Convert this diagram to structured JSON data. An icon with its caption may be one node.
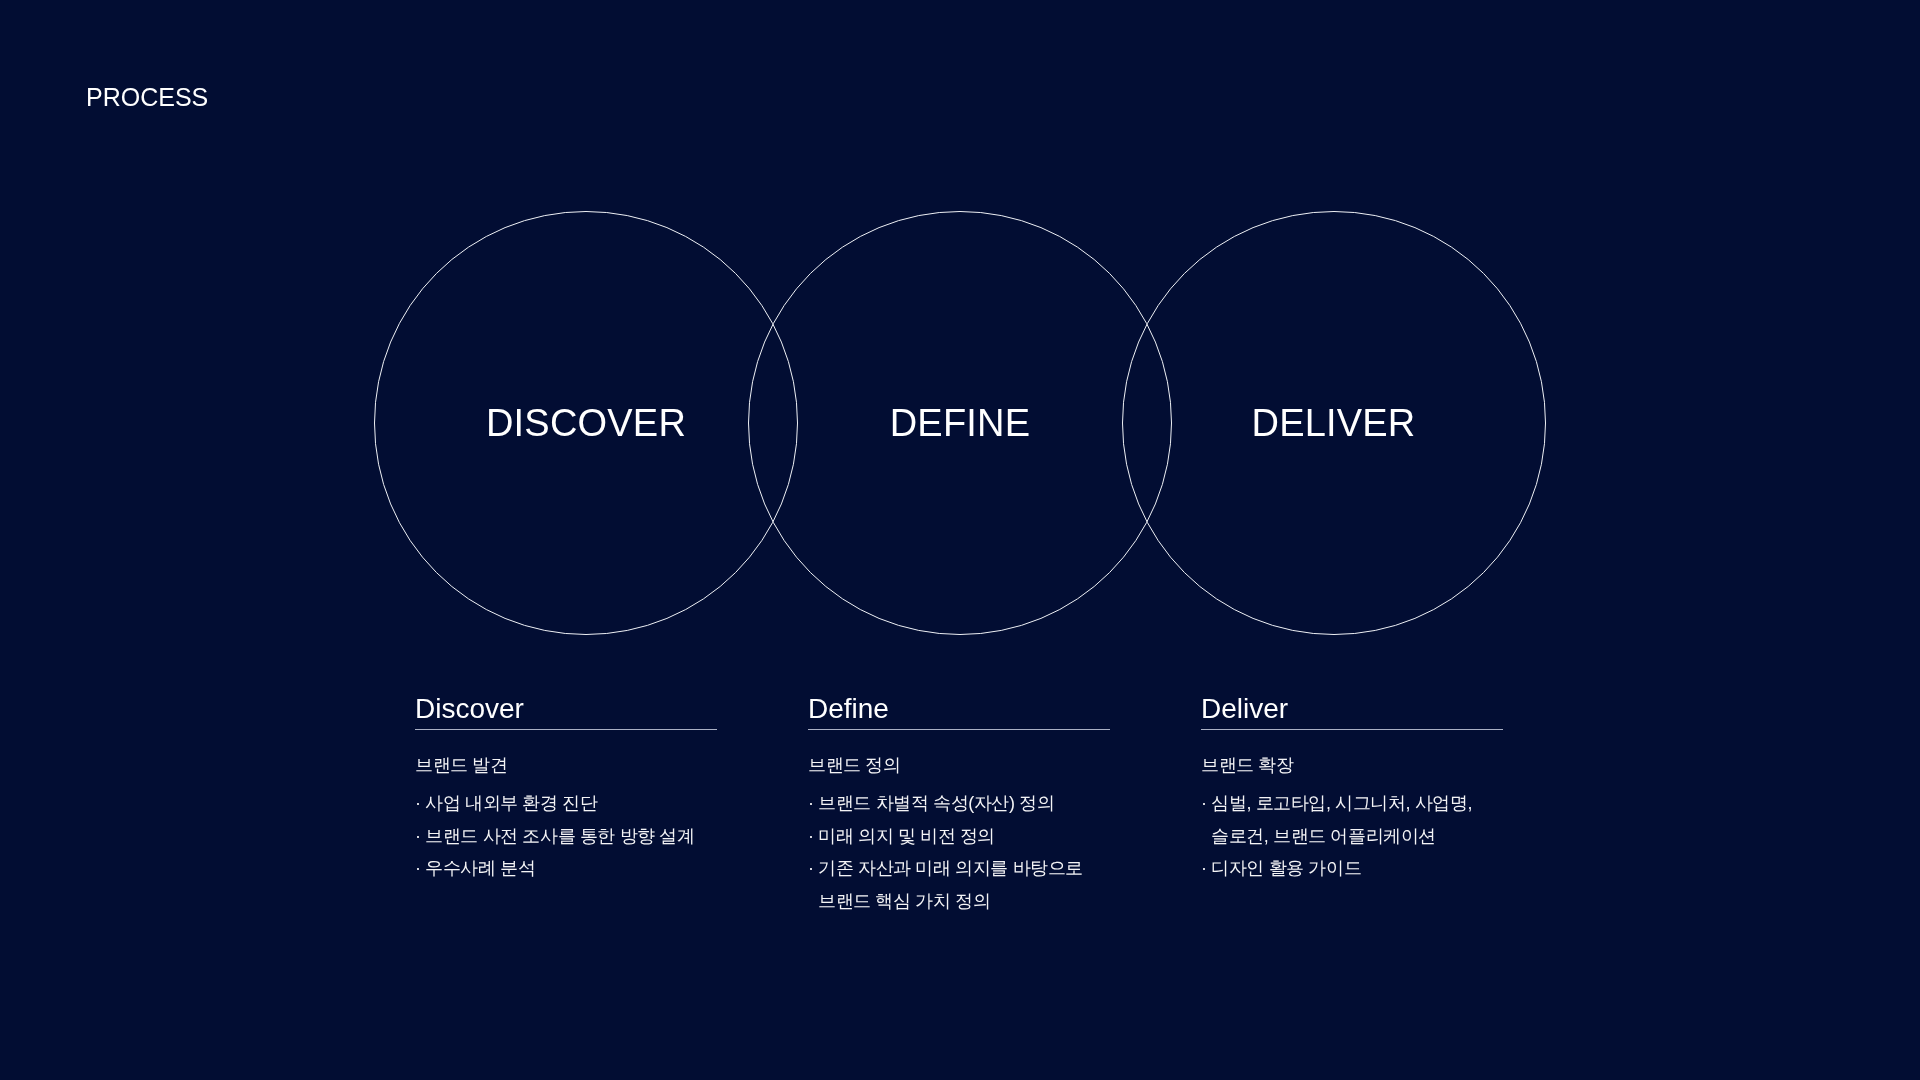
{
  "diagram": {
    "title": "PROCESS",
    "nodes": [
      {
        "text": [
          "DISCOVER"
        ],
        "beside": [
          "Discover",
          "브랜드 발견",
          "· 사업 내외부 환경 진단",
          "· 브랜드 사전 조사를 통한 방향 설계",
          "· 우수사례 분석"
        ]
      },
      {
        "text": [
          "DEFINE"
        ],
        "beside": [
          "Define",
          "브랜드 정의",
          "· 브랜드 차별적 속성(자산) 정의",
          "· 미래 의지 및 비전 정의",
          "· 기존 자산과 미래 의지를 바탕으로 브랜드 핵심 가치 정의"
        ]
      },
      {
        "text": [
          "DELIVER"
        ],
        "beside": [
          "Deliver",
          "브랜드 확장",
          "· 심벌, 로고타입, 시그니처, 사업명, 슬로건, 브랜드 어플리케이션",
          "· 디자인 활용 가이드"
        ]
      }
    ]
  }
}
